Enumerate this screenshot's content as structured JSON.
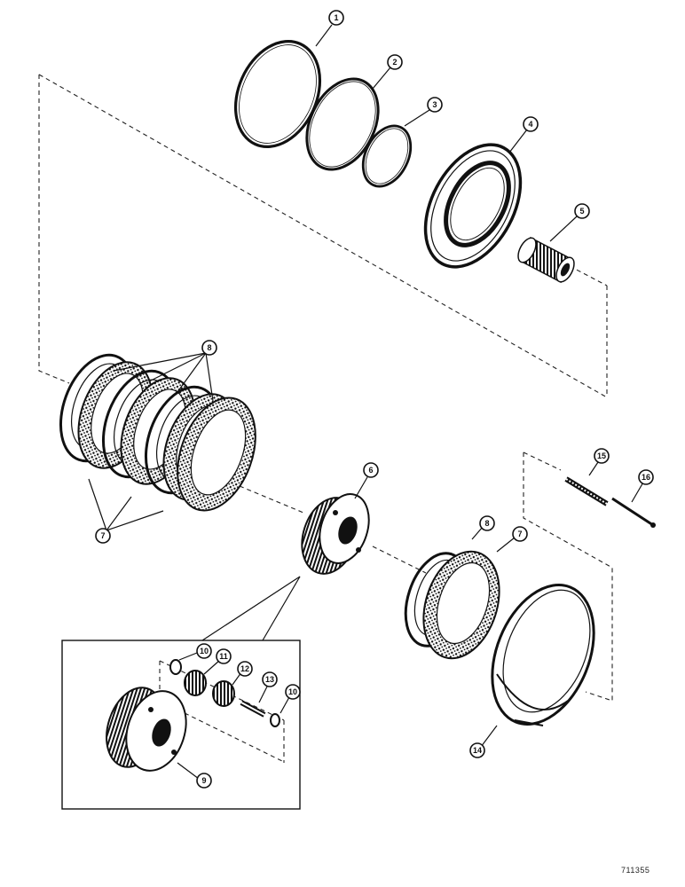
{
  "diagram": {
    "type": "exploded parts view",
    "figure_id": "711355",
    "callouts": [
      "1",
      "2",
      "3",
      "4",
      "5",
      "6",
      "7",
      "8",
      "9",
      "10",
      "11",
      "12",
      "13",
      "14",
      "15",
      "16"
    ],
    "colors": {
      "ink": "#111111",
      "background": "#ffffff"
    }
  }
}
